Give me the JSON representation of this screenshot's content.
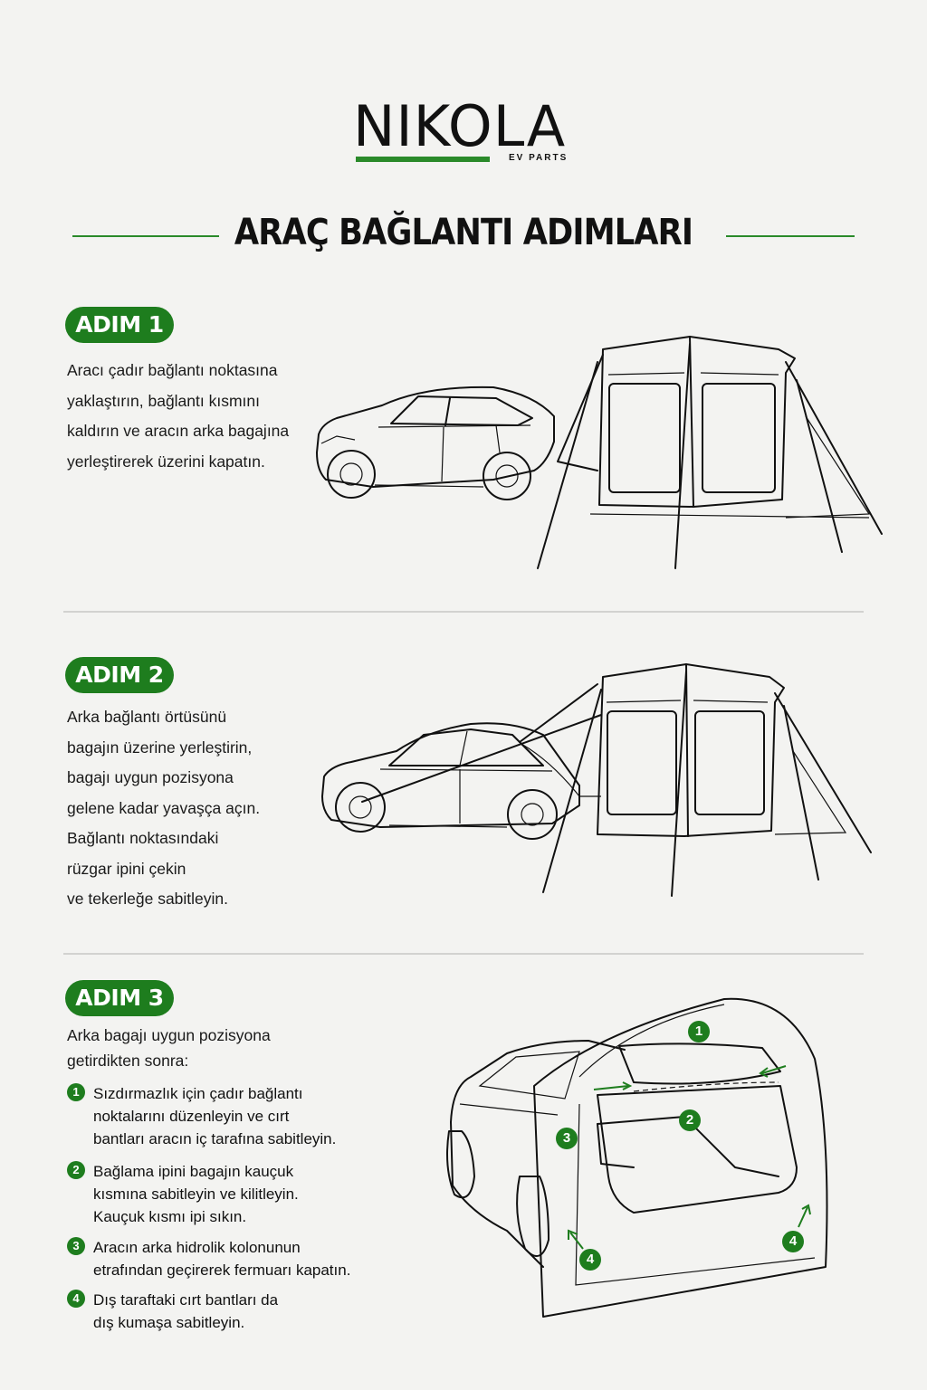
{
  "brand": {
    "name": "NIKOLA",
    "sub": "EV PARTS"
  },
  "page_title": "ARAÇ BAĞLANTI ADIMLARI",
  "colors": {
    "accent": "#1e7d1e",
    "background": "#f3f3f1",
    "line": "#111111"
  },
  "step1": {
    "badge": "ADIM 1",
    "lines": [
      "Aracı çadır bağlantı noktasına",
      "yaklaştırın, bağlantı kısmını",
      "kaldırın ve aracın arka bagajına",
      "yerleştirerek üzerini kapatın."
    ]
  },
  "step2": {
    "badge": "ADIM 2",
    "lines": [
      "Arka bağlantı örtüsünü",
      "bagajın üzerine yerleştirin,",
      "bagajı uygun pozisyona",
      "gelene kadar yavaşça açın.",
      "Bağlantı noktasındaki",
      "rüzgar ipini çekin",
      "ve tekerleğe sabitleyin."
    ]
  },
  "step3": {
    "badge": "ADIM 3",
    "intro": [
      "Arka bagajı uygun pozisyona",
      "getirdikten sonra:"
    ],
    "items": [
      {
        "num": "1",
        "lines": [
          "Sızdırmazlık için çadır bağlantı",
          "noktalarını düzenleyin ve cırt",
          "bantları aracın iç tarafına sabitleyin."
        ]
      },
      {
        "num": "2",
        "lines": [
          "Bağlama ipini bagajın kauçuk",
          "kısmına sabitleyin ve kilitleyin.",
          "Kauçuk kısmı ipi sıkın."
        ]
      },
      {
        "num": "3",
        "lines": [
          "Aracın arka hidrolik kolonunun",
          "etrafından geçirerek fermuarı kapatın."
        ]
      },
      {
        "num": "4",
        "lines": [
          "Dış taraftaki cırt bantları da",
          "dış kumaşa sabitleyin."
        ]
      }
    ],
    "callouts": [
      "1",
      "2",
      "3",
      "4",
      "4"
    ]
  }
}
